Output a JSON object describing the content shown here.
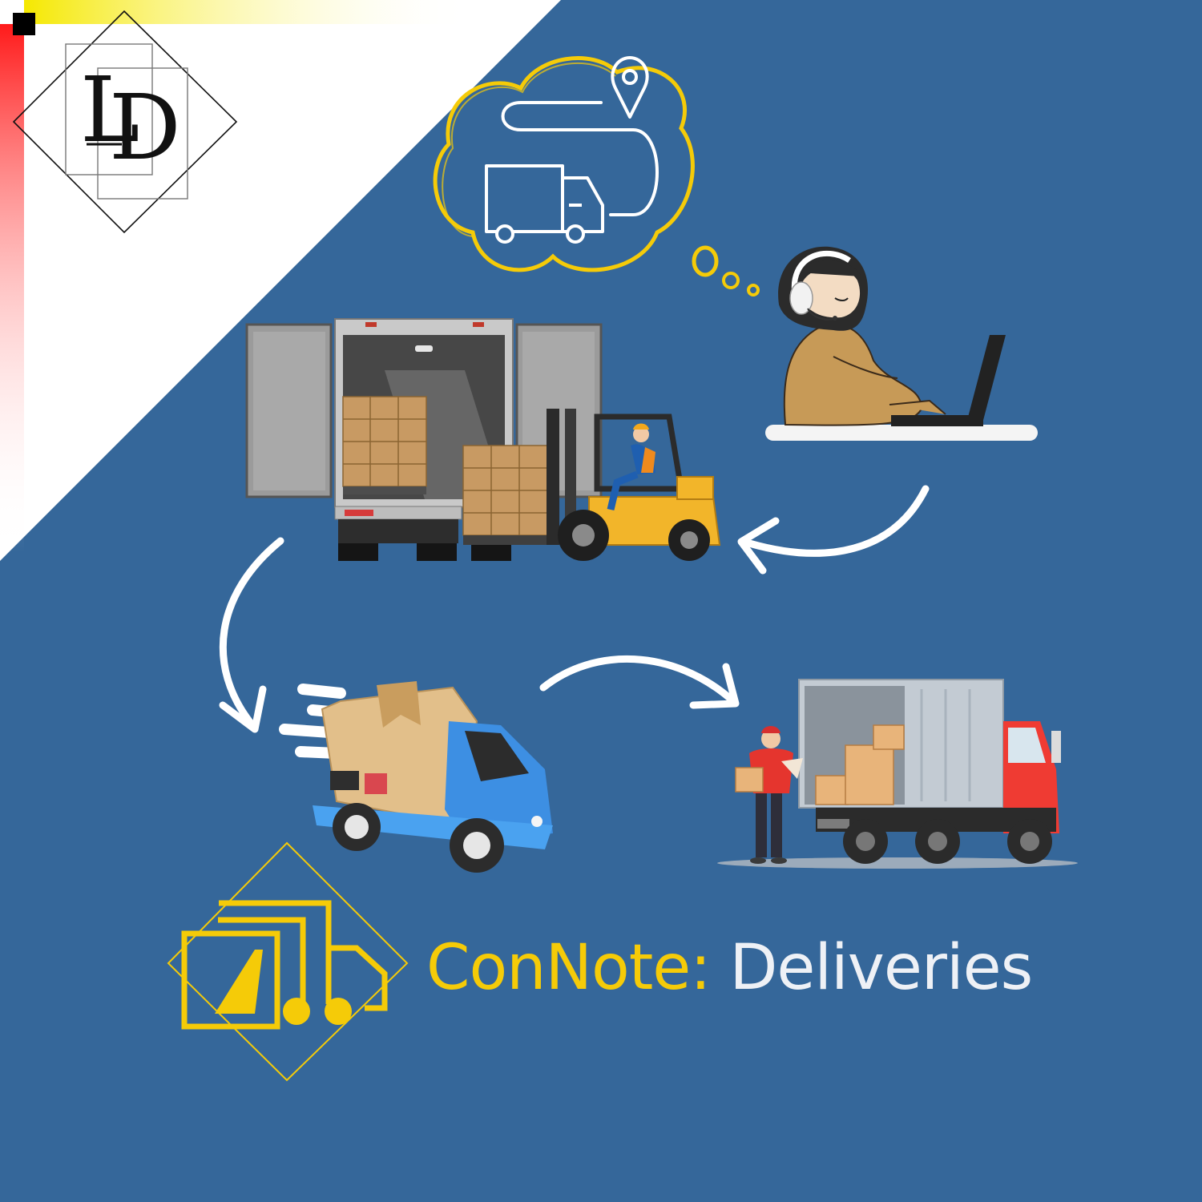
{
  "brand": {
    "corner_logo": {
      "name": "ld-monogram-logo",
      "letters": "LD"
    },
    "product_logo": {
      "name": "connote-truck-logo"
    }
  },
  "headline": {
    "accent": "ConNote:",
    "rest": " Deliveries"
  },
  "illustrations": [
    {
      "name": "route-thought-cloud-illustration"
    },
    {
      "name": "headset-operator-laptop-illustration"
    },
    {
      "name": "truck-loading-forklift-illustration"
    },
    {
      "name": "fast-delivery-van-illustration"
    },
    {
      "name": "courier-unloading-truck-illustration"
    }
  ],
  "flow_arrows": [
    {
      "name": "arrow-operator-to-warehouse"
    },
    {
      "name": "arrow-warehouse-to-van"
    },
    {
      "name": "arrow-van-to-courier"
    }
  ],
  "colors": {
    "background": "#35679a",
    "accent_yellow": "#f5cb08",
    "corner_white": "#ffffff",
    "corner_red": "#ff1a1a",
    "headline_white": "#eef1f6"
  }
}
